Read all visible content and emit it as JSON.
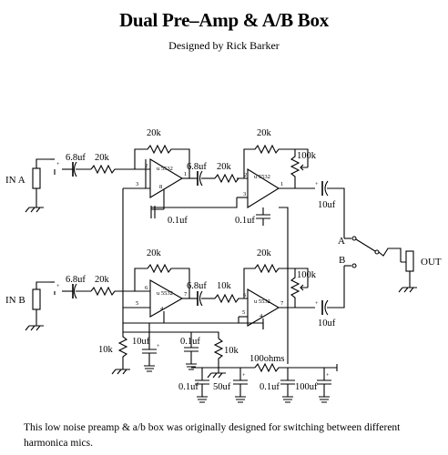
{
  "header": {
    "title": "Dual Pre–Amp & A/B Box",
    "subtitle": "Designed by Rick Barker"
  },
  "inputs": {
    "a": "IN A",
    "b": "IN B"
  },
  "output": {
    "label": "OUT",
    "switch_a": "A",
    "switch_b": "B"
  },
  "opamp": {
    "part": "u 5532"
  },
  "channel_a": {
    "in_cap": "6.8uf",
    "in_res": "20k",
    "fb1": "20k",
    "couple_cap": "6.8uf",
    "mid_res": "20k",
    "fb2": "20k",
    "pot": "100k",
    "out_cap": "10uf",
    "bypass1": "0.1uf",
    "bypass2": "0.1uf"
  },
  "channel_b": {
    "in_cap": "6.8uf",
    "in_res": "20k",
    "fb1": "20k",
    "couple_cap": "6.8uf",
    "mid_res": "10k",
    "fb2": "20k",
    "pot": "100k",
    "out_cap": "10uf"
  },
  "supply": {
    "r_left": "10k",
    "c_left": "10uf",
    "c_mid": "0.1uf",
    "r_mid": "10k",
    "r_series": "100ohms",
    "c1": "0.1uf",
    "c2": "50uf",
    "c3": "0.1uf",
    "c4": "100uf"
  },
  "pins": {
    "a1": {
      "p2": "2",
      "p3": "3",
      "p1": "1",
      "p8": "8"
    },
    "a2": {
      "p2": "2",
      "p3": "3",
      "p1": "1"
    },
    "b1": {
      "p6": "6",
      "p5": "5",
      "p7": "7",
      "p4": "4"
    },
    "b2": {
      "p6": "6",
      "p5": "5",
      "p7": "7",
      "p4": "4"
    }
  },
  "caption": "This low noise preamp & a/b box was originally designed for switching between different harmonica mics."
}
